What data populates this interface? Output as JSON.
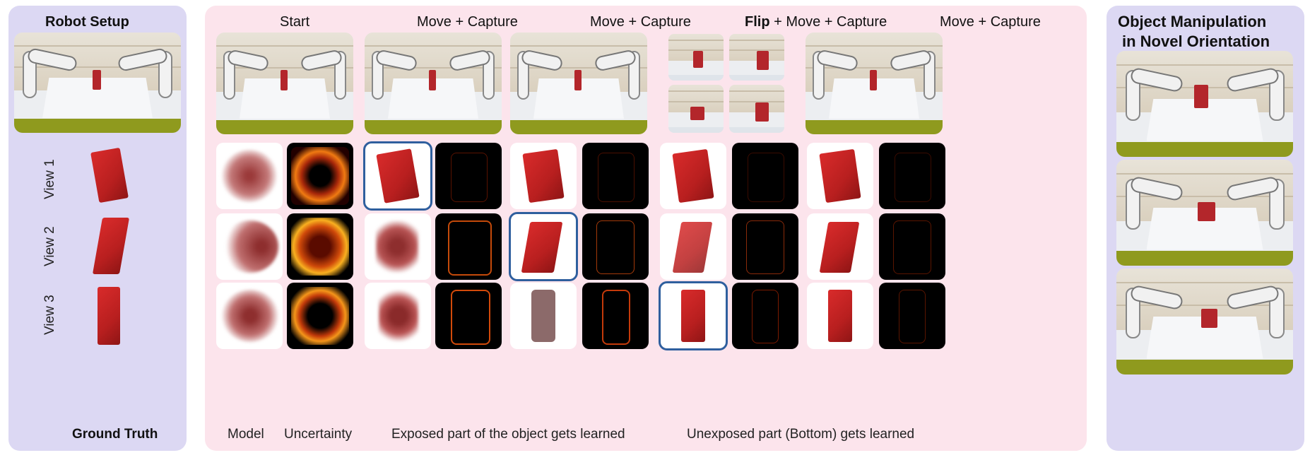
{
  "left_panel": {
    "title": "Robot Setup",
    "views": [
      "View 1",
      "View 2",
      "View 3"
    ],
    "footer": "Ground Truth"
  },
  "middle_panel": {
    "columns": [
      {
        "title_bold": "",
        "title": "Start"
      },
      {
        "title_bold": "",
        "title": "Move + Capture"
      },
      {
        "title_bold": "",
        "title": "Move + Capture"
      },
      {
        "title_bold": "Flip",
        "title": " + Move + Capture"
      },
      {
        "title_bold": "",
        "title": "Move + Capture"
      }
    ],
    "captions": {
      "model": "Model",
      "uncertainty": "Uncertainty",
      "exposed": "Exposed part of the object gets learned",
      "unexposed": "Unexposed part (Bottom) gets learned"
    }
  },
  "right_panel": {
    "title_line1": "Object Manipulation",
    "title_line2": "in Novel Orientation"
  },
  "colors": {
    "lavender": "#dcd8f3",
    "pink": "#fce4ec",
    "highlight": "#2f5f9e"
  }
}
